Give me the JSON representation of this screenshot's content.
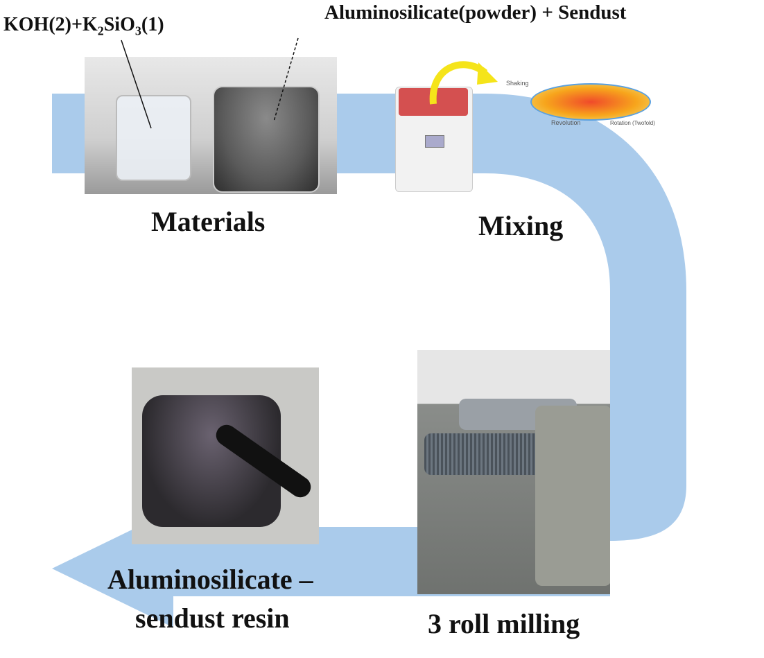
{
  "labels": {
    "liquid": "KOH(2)+K",
    "liquid_sub1": "2",
    "liquid_mid": "SiO",
    "liquid_sub2": "3",
    "liquid_end": "(1)",
    "powder": "Aluminosilicate(powder) + Sendust",
    "materials": "Materials",
    "mixing": "Mixing",
    "milling": "3 roll milling",
    "resin_line1": "Aluminosilicate –",
    "resin_line2": "sendust resin"
  },
  "mixer_diagram": {
    "shaking": "Shaking",
    "rotation": "Rotation (Twofold)",
    "revolution": "Revolution"
  },
  "colors": {
    "flow_arrow": "#aacbeb",
    "pointer_arrow": "#f5e41a"
  }
}
